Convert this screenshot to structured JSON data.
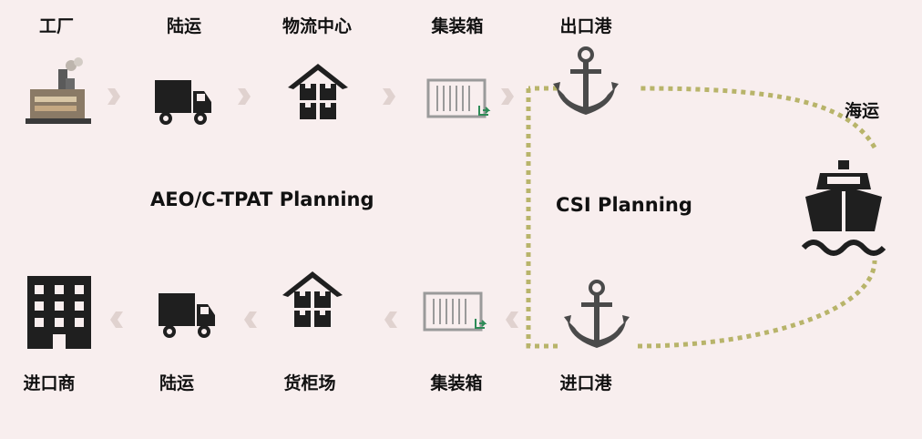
{
  "top_row": {
    "factory": "工厂",
    "land_transport": "陆运",
    "logistics_center": "物流中心",
    "container": "集装箱",
    "export_port": "出口港"
  },
  "sea_freight": "海运",
  "bottom_row": {
    "importer": "进口商",
    "land_transport": "陆运",
    "container_yard": "货柜场",
    "container": "集装箱",
    "import_port": "进口港"
  },
  "planning": {
    "aeo": "AEO/C-TPAT Planning",
    "csi": "CSI Planning"
  },
  "colors": {
    "background": "#f8eeee",
    "icon_dark": "#1f1f1f",
    "anchor": "#4a4a4a",
    "dashed_route": "#b8b46a",
    "arrow": "#e0d2cf",
    "container_outline": "#9a9a9a",
    "container_accent": "#2e8b57"
  },
  "icons": [
    "factory-icon",
    "truck-icon",
    "warehouse-icon",
    "container-icon",
    "anchor-icon",
    "ship-icon",
    "office-building-icon"
  ]
}
